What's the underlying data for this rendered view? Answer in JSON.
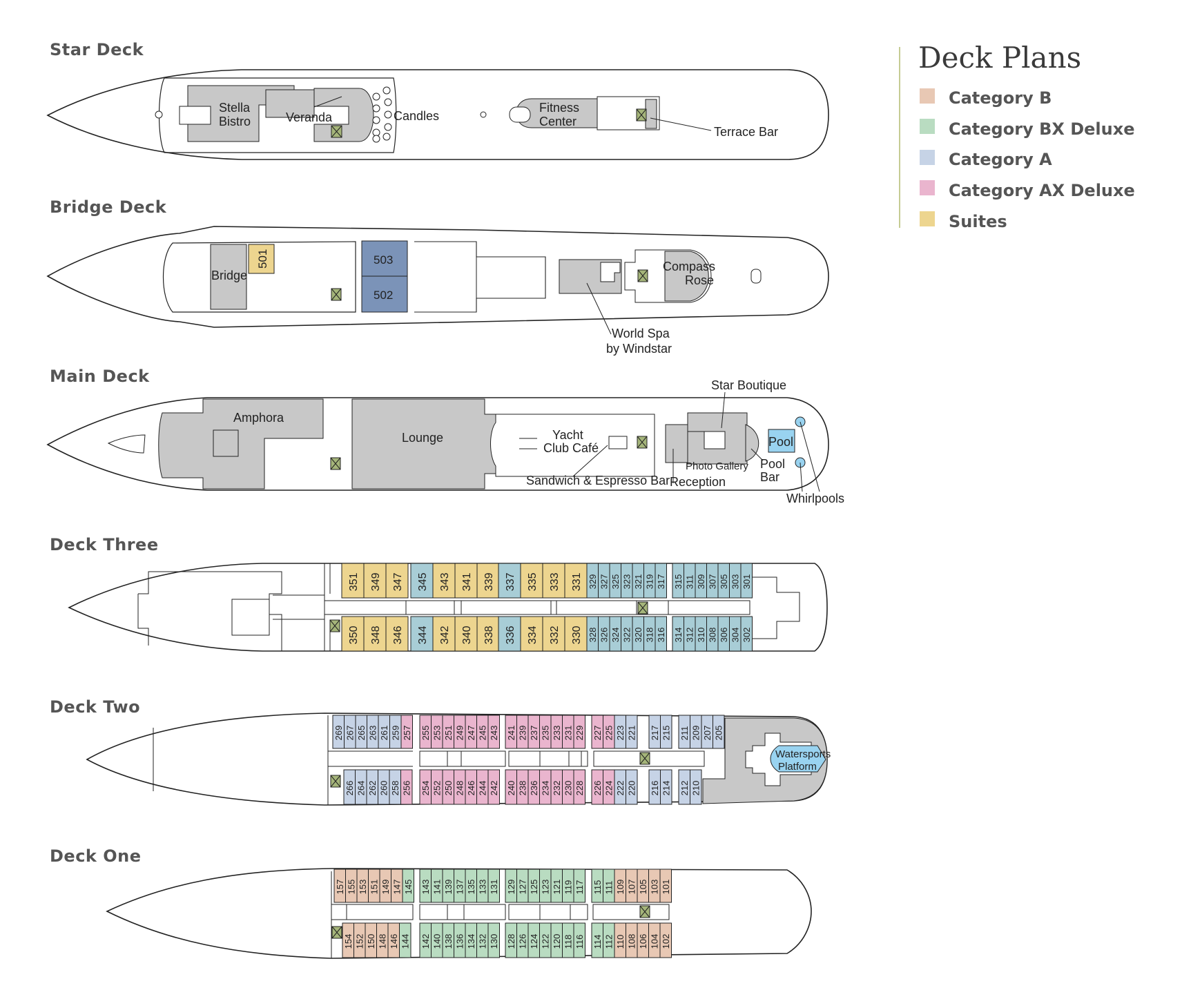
{
  "legend": {
    "title": "Deck Plans",
    "items": [
      {
        "label": "Category B",
        "color": "#e8c8b4"
      },
      {
        "label": "Category BX Deluxe",
        "color": "#b9dcc1"
      },
      {
        "label": "Category A",
        "color": "#c6d3e6"
      },
      {
        "label": "Category AX Deluxe",
        "color": "#eab5ce"
      },
      {
        "label": "Suites",
        "color": "#edd58f"
      }
    ]
  },
  "colors": {
    "public_area": "#c8c8c8",
    "outline": "#222222",
    "elevator": "#a5b57a",
    "deck_three_suite": "#edd58f",
    "deck_three_teal": "#a8cdd6",
    "bridge_suites": "#7b93b8",
    "pool": "#99d3f0",
    "legend_rule": "#c5cc93"
  },
  "decks": {
    "star": {
      "title": "Star Deck",
      "labels": {
        "stella_1": "Stella",
        "stella_2": "Bistro",
        "veranda": "Veranda",
        "candles": "Candles",
        "fitness_1": "Fitness",
        "fitness_2": "Center",
        "terrace_bar": "Terrace Bar"
      }
    },
    "bridge": {
      "title": "Bridge Deck",
      "labels": {
        "bridge": "Bridge",
        "compass_1": "Compass",
        "compass_2": "Rose",
        "spa_1": "World Spa",
        "spa_2": "by Windstar"
      },
      "cabins": [
        "501",
        "503",
        "502"
      ]
    },
    "main": {
      "title": "Main Deck",
      "labels": {
        "amphora": "Amphora",
        "lounge": "Lounge",
        "yacht_1": "Yacht",
        "yacht_2": "Club Café",
        "sandwich": "Sandwich & Espresso Bar",
        "reception": "Reception",
        "photo": "Photo Gallery",
        "boutique": "Star Boutique",
        "pool": "Pool",
        "pool_bar_1": "Pool",
        "pool_bar_2": "Bar",
        "whirlpools": "Whirlpools"
      }
    },
    "three": {
      "title": "Deck Three",
      "top": [
        [
          "351",
          "349",
          "347"
        ],
        [
          "345",
          "343",
          "341",
          "339"
        ],
        [
          "337",
          "335",
          "333",
          "331"
        ],
        [
          "329",
          "327",
          "325",
          "323",
          "321",
          "319",
          "317"
        ],
        [
          "315",
          "311",
          "309",
          "307",
          "305",
          "303",
          "301"
        ]
      ],
      "bottom": [
        [
          "350",
          "348",
          "346"
        ],
        [
          "344",
          "342",
          "340",
          "338"
        ],
        [
          "336",
          "334",
          "332",
          "330"
        ],
        [
          "328",
          "326",
          "324",
          "322",
          "320",
          "318",
          "316"
        ],
        [
          "314",
          "312",
          "310",
          "308",
          "306",
          "304",
          "302"
        ]
      ]
    },
    "two": {
      "title": "Deck Two",
      "top": [
        [
          "269",
          "267",
          "265",
          "263",
          "261",
          "259",
          "257"
        ],
        [
          "255",
          "253",
          "251",
          "249",
          "247",
          "245",
          "243"
        ],
        [
          "241",
          "239",
          "237",
          "235",
          "233",
          "231",
          "229"
        ],
        [
          "227",
          "225",
          "223",
          "221"
        ],
        [
          "217",
          "215"
        ],
        [
          "211",
          "209",
          "207",
          "205"
        ]
      ],
      "bottom": [
        [
          "266",
          "264",
          "262",
          "260",
          "258",
          "256"
        ],
        [
          "254",
          "252",
          "250",
          "248",
          "246",
          "244",
          "242"
        ],
        [
          "240",
          "238",
          "236",
          "234",
          "232",
          "230",
          "228"
        ],
        [
          "226",
          "224",
          "222",
          "220"
        ],
        [
          "216",
          "214"
        ],
        [
          "212",
          "210"
        ]
      ],
      "labels": {
        "watersports_1": "Watersports",
        "watersports_2": "Platform"
      }
    },
    "one": {
      "title": "Deck One",
      "top": [
        [
          "157",
          "155",
          "153",
          "151",
          "149",
          "147",
          "145"
        ],
        [
          "143",
          "141",
          "139",
          "137",
          "135",
          "133",
          "131"
        ],
        [
          "129",
          "127",
          "125",
          "123",
          "121",
          "119",
          "117"
        ],
        [
          "115",
          "111",
          "109",
          "107",
          "105",
          "103",
          "101"
        ]
      ],
      "bottom": [
        [
          "154",
          "152",
          "150",
          "148",
          "146",
          "144"
        ],
        [
          "142",
          "140",
          "138",
          "136",
          "134",
          "132",
          "130"
        ],
        [
          "128",
          "126",
          "124",
          "122",
          "120",
          "118",
          "116"
        ],
        [
          "114",
          "112",
          "110",
          "108",
          "106",
          "104",
          "102"
        ]
      ]
    }
  }
}
